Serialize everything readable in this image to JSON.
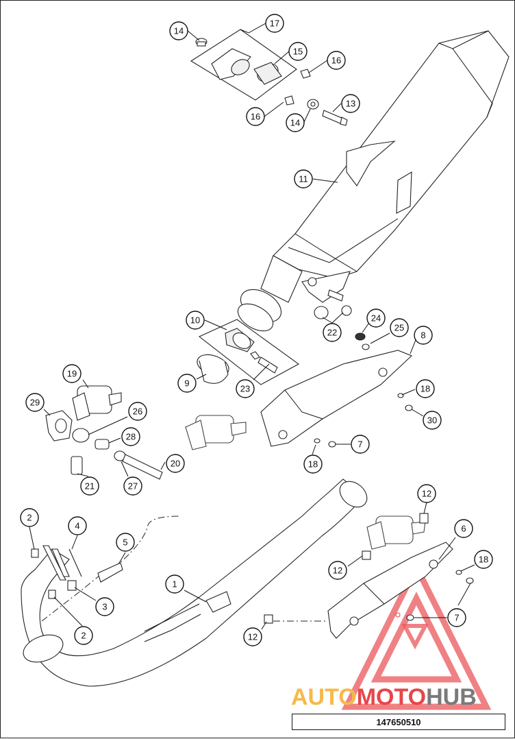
{
  "diagram": {
    "part_code": "147650510",
    "watermark": {
      "part1": "AUTO",
      "part2": "MOTO",
      "part3": "HUB",
      "color_orange": "#f6b94a",
      "color_red": "#e8454a",
      "color_gray": "#7a7a7a"
    },
    "callouts": [
      {
        "id": "c14a",
        "label": "14"
      },
      {
        "id": "c17",
        "label": "17"
      },
      {
        "id": "c15",
        "label": "15"
      },
      {
        "id": "c16a",
        "label": "16"
      },
      {
        "id": "c16b",
        "label": "16"
      },
      {
        "id": "c14b",
        "label": "14"
      },
      {
        "id": "c13",
        "label": "13"
      },
      {
        "id": "c11",
        "label": "11"
      },
      {
        "id": "c10",
        "label": "10"
      },
      {
        "id": "c22",
        "label": "22"
      },
      {
        "id": "c24",
        "label": "24"
      },
      {
        "id": "c25",
        "label": "25"
      },
      {
        "id": "c8",
        "label": "8"
      },
      {
        "id": "c9",
        "label": "9"
      },
      {
        "id": "c23",
        "label": "23"
      },
      {
        "id": "c19",
        "label": "19"
      },
      {
        "id": "c29",
        "label": "29"
      },
      {
        "id": "c26",
        "label": "26"
      },
      {
        "id": "c18a",
        "label": "18"
      },
      {
        "id": "c30",
        "label": "30"
      },
      {
        "id": "c28",
        "label": "28"
      },
      {
        "id": "c7a",
        "label": "7"
      },
      {
        "id": "c18b",
        "label": "18"
      },
      {
        "id": "c20",
        "label": "20"
      },
      {
        "id": "c21",
        "label": "21"
      },
      {
        "id": "c27",
        "label": "27"
      },
      {
        "id": "c12a",
        "label": "12"
      },
      {
        "id": "c2a",
        "label": "2"
      },
      {
        "id": "c4",
        "label": "4"
      },
      {
        "id": "c5",
        "label": "5"
      },
      {
        "id": "c6",
        "label": "6"
      },
      {
        "id": "c18c",
        "label": "18"
      },
      {
        "id": "c12b",
        "label": "12"
      },
      {
        "id": "c1",
        "label": "1"
      },
      {
        "id": "c3",
        "label": "3"
      },
      {
        "id": "c2b",
        "label": "2"
      },
      {
        "id": "c7b",
        "label": "7"
      },
      {
        "id": "c12c",
        "label": "12"
      }
    ]
  }
}
